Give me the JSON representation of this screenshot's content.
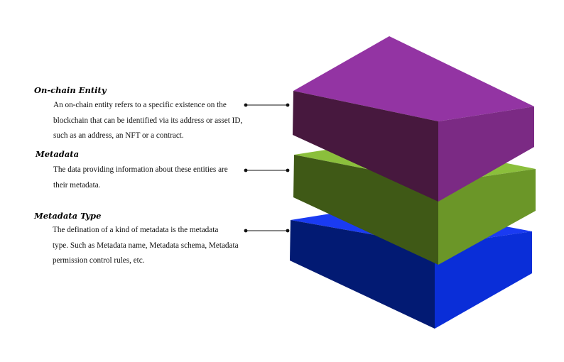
{
  "sections": [
    {
      "title": "On-chain Entity",
      "lines": [
        "An on-chain entity refers to a specific existence on the",
        "blockchain that can be identified via its address or asset ID,",
        "such as an address, an NFT or a contract."
      ]
    },
    {
      "title": "Metadata",
      "lines": [
        "The data providing information about these entities are",
        "their metadata."
      ]
    },
    {
      "title": "Metadata Type",
      "lines": [
        "The defination of a kind of metadata is the metadata",
        "type. Such as Metadata name, Metadata schema, Metadata",
        "permission control rules, etc."
      ]
    }
  ],
  "layers": [
    {
      "name": "on-chain-entity-layer",
      "top": "#9334a3",
      "left": "#47183e",
      "right": "#7b2a84"
    },
    {
      "name": "metadata-layer",
      "top": "#8bbf3c",
      "left": "#3f5916",
      "right": "#6b9628"
    },
    {
      "name": "metadata-type-layer",
      "top": "#1a3bf2",
      "left": "#021a73",
      "right": "#0a2ed8"
    }
  ],
  "colors": {
    "text": "#111111",
    "connector": "#111111"
  }
}
